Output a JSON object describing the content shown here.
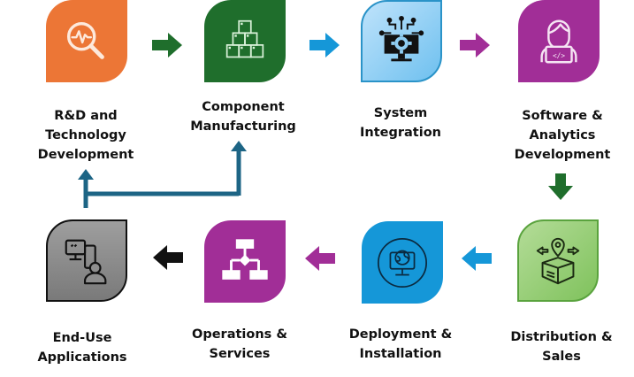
{
  "diagram": {
    "type": "process-flow",
    "steps": [
      {
        "id": 1,
        "label_lines": [
          "R&D and",
          "Technology",
          "Development"
        ],
        "icon": "magnifier-pulse-icon",
        "color": "#ec7636"
      },
      {
        "id": 2,
        "label_lines": [
          "Component",
          "Manufacturing"
        ],
        "icon": "stacked-boxes-icon",
        "color": "#1f6e2c"
      },
      {
        "id": 3,
        "label_lines": [
          "System",
          "Integration"
        ],
        "icon": "monitor-gear-circuit-icon",
        "color": "#6ec0ef"
      },
      {
        "id": 4,
        "label_lines": [
          "Software &",
          "Analytics",
          "Development"
        ],
        "icon": "developer-laptop-icon",
        "color": "#a12e97"
      },
      {
        "id": 5,
        "label_lines": [
          "Distribution &",
          "Sales"
        ],
        "icon": "box-location-pin-icon",
        "color": "#7fc25c"
      },
      {
        "id": 6,
        "label_lines": [
          "Deployment &",
          "Installation"
        ],
        "icon": "monitor-globe-icon",
        "color": "#1597d8"
      },
      {
        "id": 7,
        "label_lines": [
          "Operations &",
          "Services"
        ],
        "icon": "flowchart-icon",
        "color": "#a12e97"
      },
      {
        "id": 8,
        "label_lines": [
          "End-Use",
          "Applications"
        ],
        "icon": "user-devices-icon",
        "color": "#8a8a8a"
      }
    ],
    "connections": [
      {
        "from": 1,
        "to": 2,
        "color": "#1f6e2c"
      },
      {
        "from": 2,
        "to": 3,
        "color": "#1597d8"
      },
      {
        "from": 3,
        "to": 4,
        "color": "#a12e97"
      },
      {
        "from": 4,
        "to": 5,
        "color": "#1f6e2c"
      },
      {
        "from": 5,
        "to": 6,
        "color": "#1597d8"
      },
      {
        "from": 6,
        "to": 7,
        "color": "#a12e97"
      },
      {
        "from": 7,
        "to": 8,
        "color": "#111111"
      },
      {
        "from": 8,
        "to": [
          1,
          2
        ],
        "color": "#1d6585",
        "kind": "feedback"
      }
    ]
  }
}
